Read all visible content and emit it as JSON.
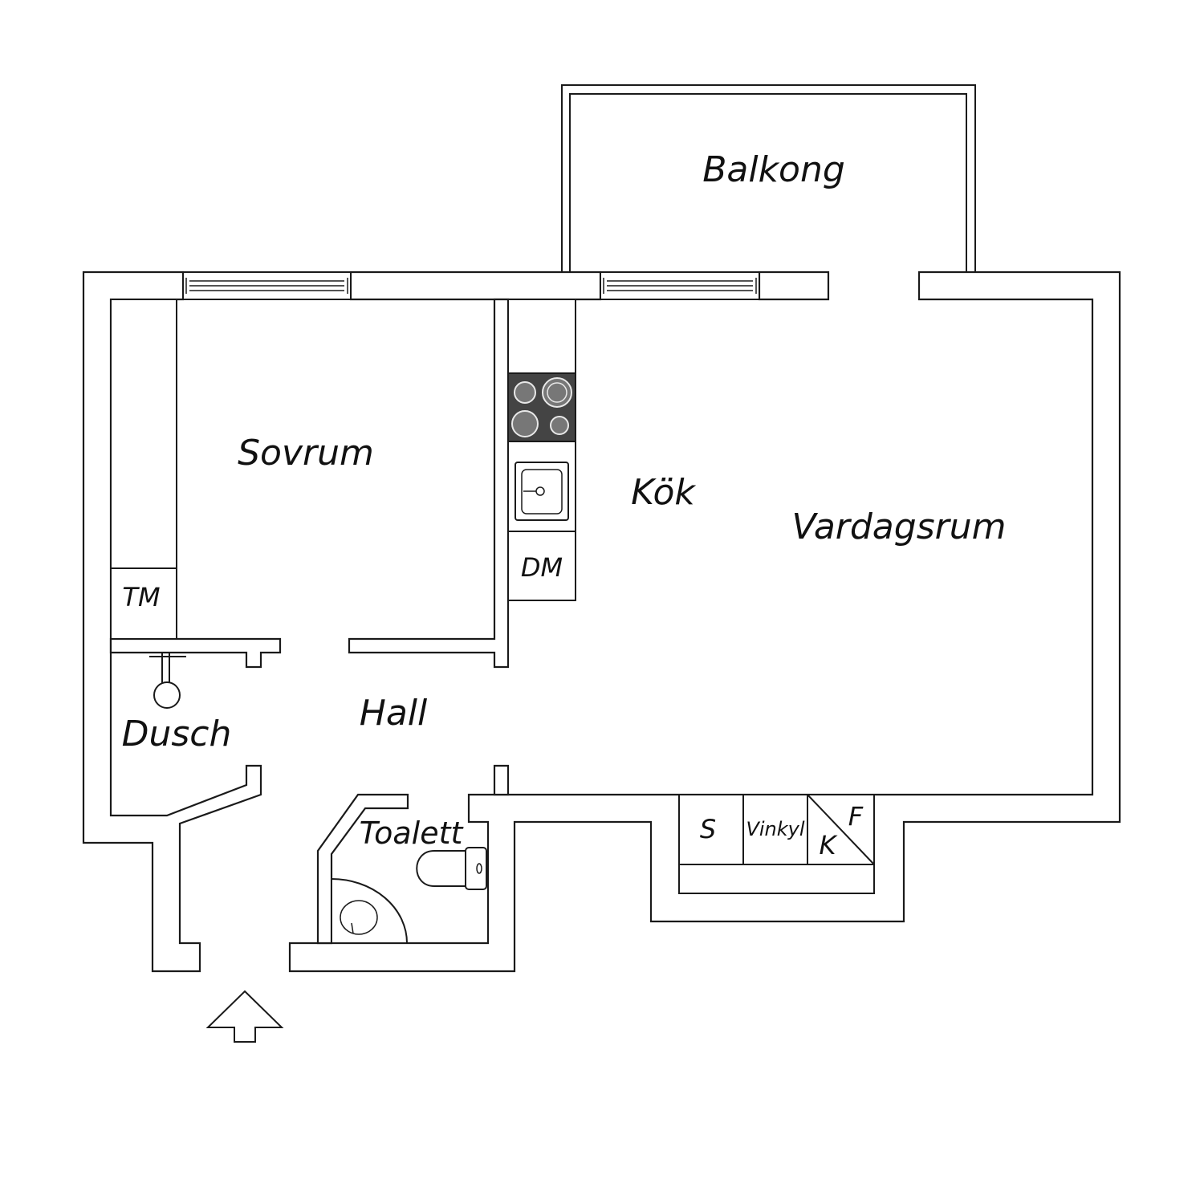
{
  "rooms": {
    "balcony": "Balkong",
    "bedroom": "Sovrum",
    "kitchen": "Kök",
    "living": "Vardagsrum",
    "hall": "Hall",
    "shower": "Dusch",
    "toilet": "Toalett"
  },
  "fixtures": {
    "dryer": "TM",
    "dishwasher": "DM",
    "storage": "S",
    "wine_fridge": "Vinkyl",
    "fridge": "K",
    "freezer": "F"
  },
  "colors": {
    "wall": "#1a1a1a",
    "stove": "#444444",
    "background": "#ffffff"
  },
  "icons": [
    "stove-icon",
    "kitchen-sink-icon",
    "shower-head-icon",
    "toilet-icon",
    "washbasin-icon",
    "entrance-arrow-icon"
  ]
}
